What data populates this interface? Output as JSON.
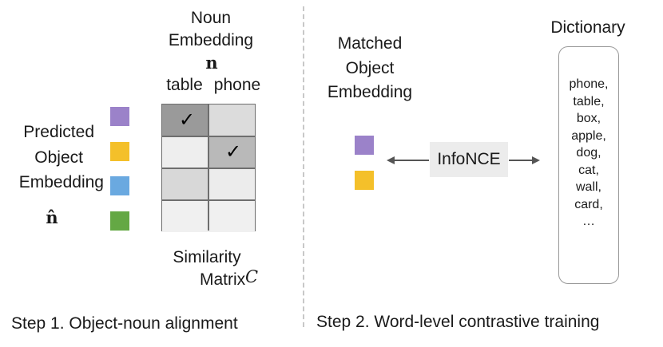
{
  "step1": {
    "noun_embedding_line1": "Noun",
    "noun_embedding_line2": "Embedding",
    "noun_symbol": "n",
    "column_labels": [
      "table",
      "phone"
    ],
    "predicted_line1": "Predicted",
    "predicted_line2": "Object",
    "predicted_line3": "Embedding",
    "predicted_symbol": "n̂",
    "predicted_colors": [
      "#9b82c9",
      "#f4c02a",
      "#6aa9e0",
      "#64a844"
    ],
    "similarity_line1": "Similarity",
    "similarity_line2": "Matrix",
    "matrix_symbol": "C",
    "matrix_cells": [
      [
        "#9a9a9a",
        "#dcdcdc"
      ],
      [
        "#eeeeee",
        "#b9b9b9"
      ],
      [
        "#d8d8d8",
        "#ececec"
      ],
      [
        "#f0f0f0",
        "#f0f0f0"
      ]
    ],
    "check_mark": "✓",
    "caption": "Step 1. Object-noun alignment"
  },
  "step2": {
    "matched_line1": "Matched",
    "matched_line2": "Object",
    "matched_line3": "Embedding",
    "matched_colors": [
      "#9b82c9",
      "#f4c02a"
    ],
    "infonce_label": "InfoNCE",
    "dictionary_title": "Dictionary",
    "dictionary_items": [
      "phone,",
      "table,",
      "box,",
      "apple,",
      "dog,",
      "cat,",
      "wall,",
      "card,",
      "…"
    ],
    "caption": "Step 2. Word-level contrastive training"
  }
}
